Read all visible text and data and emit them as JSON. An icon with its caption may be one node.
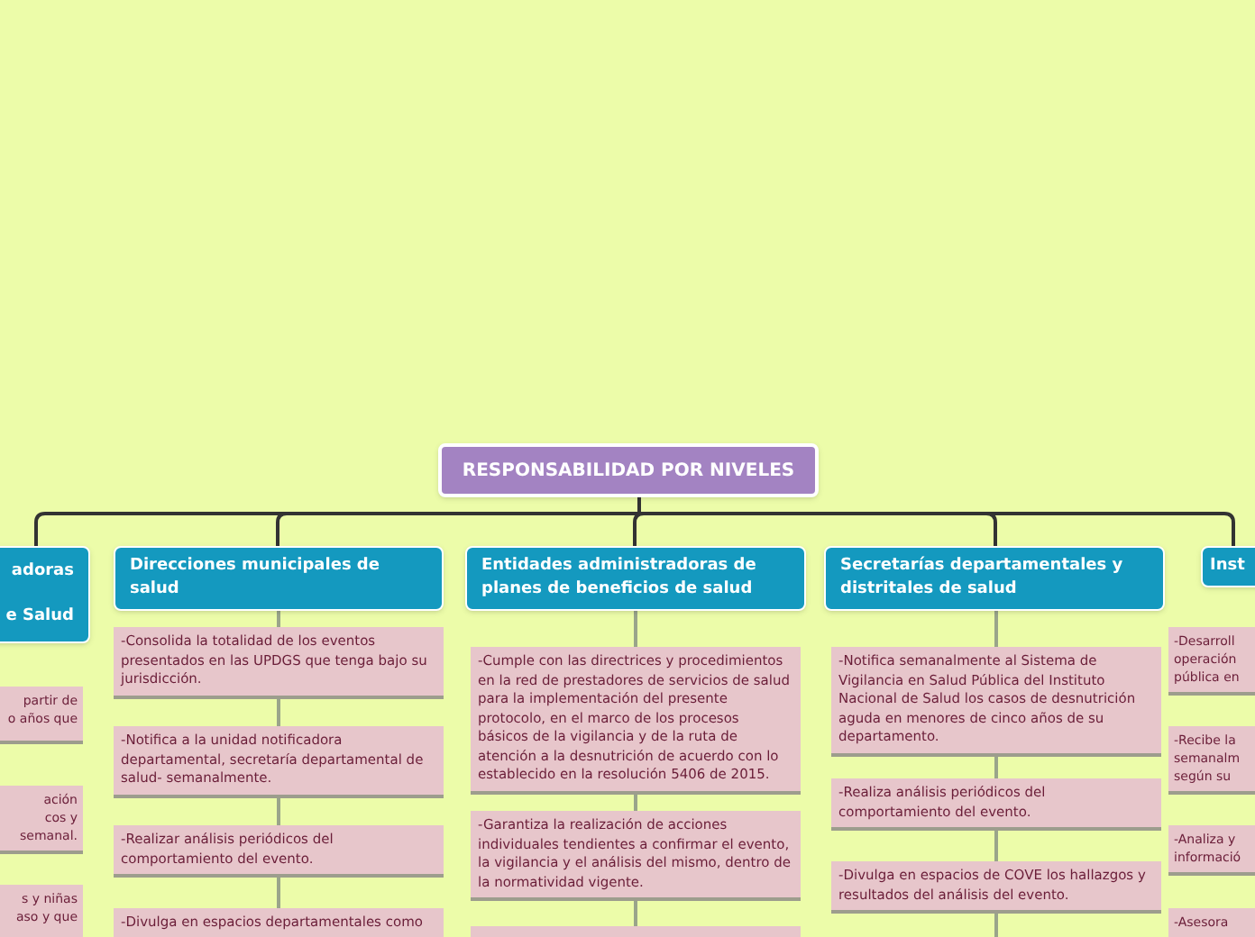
{
  "diagram": {
    "nodes": [
      {
        "text": [
          "RESPONSABILIDAD POR NIVELES"
        ]
      },
      {
        "text": [
          "adoras",
          "e Salud"
        ]
      },
      {
        "text": [
          "Direcciones municipales de salud"
        ]
      },
      {
        "text": [
          "Entidades administradoras de planes de beneficios de salud"
        ]
      },
      {
        "text": [
          "Secretarías departamentales y distritales de salud"
        ]
      },
      {
        "text": [
          "Inst"
        ]
      },
      {
        "text": [
          "partir de",
          "o años que"
        ]
      },
      {
        "text": [
          "ación",
          "cos y",
          "semanal."
        ]
      },
      {
        "text": [
          "s y niñas",
          "aso y que"
        ]
      },
      {
        "text": [
          "-Consolida la totalidad de los eventos presentados en las UPDGS que tenga bajo su jurisdicción."
        ]
      },
      {
        "text": [
          "-Notifica a la unidad notificadora departamental, secretaría departamental de salud- semanalmente."
        ]
      },
      {
        "text": [
          "-Realizar análisis periódicos del comportamiento del evento."
        ]
      },
      {
        "text": [
          "-Divulga en espacios departamentales como"
        ]
      },
      {
        "text": [
          "-Cumple con las directrices y procedimientos en la red de prestadores de servicios de salud para la implementación del presente protocolo, en el marco de los procesos básicos de la vigilancia y de la ruta de atención a la desnutrición de acuerdo con lo establecido en la resolución 5406 de 2015."
        ]
      },
      {
        "text": [
          "-Garantiza la realización de acciones individuales tendientes a confirmar el evento, la vigilancia y el análisis del mismo, dentro de la normatividad vigente."
        ]
      },
      {
        "text": [],
        "shape": "box"
      },
      {
        "text": [
          "-Notifica semanalmente al Sistema de Vigilancia en Salud Pública del Instituto Nacional de Salud los casos de desnutrición aguda en menores de cinco años de su departamento."
        ]
      },
      {
        "text": [
          "-Realiza análisis periódicos del comportamiento del evento."
        ]
      },
      {
        "text": [
          "-Divulga en espacios de COVE los hallazgos y resultados del análisis del evento."
        ]
      },
      {
        "text": [
          "-Desarroll",
          "operación",
          "pública en"
        ]
      },
      {
        "text": [
          "-Recibe la",
          "semanalm",
          "según su"
        ]
      },
      {
        "text": [
          "-Analiza y",
          "informació"
        ]
      },
      {
        "text": [
          "-Asesora"
        ]
      }
    ],
    "edges": [
      {
        "from": 0,
        "to": 1,
        "arrow": "none",
        "color": "#333333"
      },
      {
        "from": 0,
        "to": 2,
        "arrow": "none",
        "color": "#333333"
      },
      {
        "from": 0,
        "to": 3,
        "arrow": "none",
        "color": "#333333"
      },
      {
        "from": 0,
        "to": 4,
        "arrow": "none",
        "color": "#333333"
      },
      {
        "from": 0,
        "to": 5,
        "arrow": "none",
        "color": "#333333"
      },
      {
        "from": 2,
        "to": 9,
        "arrow": "none"
      },
      {
        "from": 9,
        "to": 10,
        "arrow": "none"
      },
      {
        "from": 10,
        "to": 11,
        "arrow": "none"
      },
      {
        "from": 11,
        "to": 12,
        "arrow": "none"
      },
      {
        "from": 3,
        "to": 13,
        "arrow": "none"
      },
      {
        "from": 13,
        "to": 14,
        "arrow": "none"
      },
      {
        "from": 14,
        "to": 15,
        "arrow": "none"
      },
      {
        "from": 4,
        "to": 16,
        "arrow": "none"
      },
      {
        "from": 16,
        "to": 17,
        "arrow": "none"
      },
      {
        "from": 17,
        "to": 18,
        "arrow": "none"
      },
      {
        "from": 18,
        "to": null,
        "arrow": "none"
      }
    ]
  }
}
